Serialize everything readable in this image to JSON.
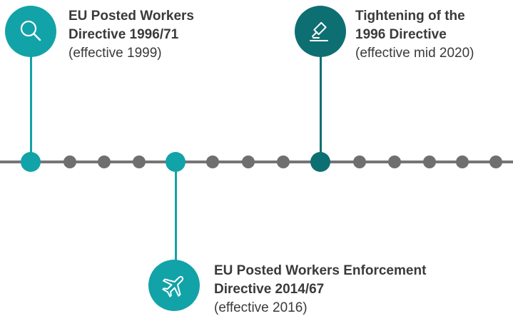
{
  "colors": {
    "teal": "#12a3a8",
    "dark_teal": "#0e6f73",
    "line": "#757575",
    "dot": "#6f6f6f",
    "text": "#3a3a3a"
  },
  "events": [
    {
      "title_line1": "EU Posted Workers",
      "title_line2": "Directive 1996/71",
      "subtitle": "(effective 1999)",
      "icon": "magnifier-icon"
    },
    {
      "title_line1": "Tightening of the",
      "title_line2": "1996 Directive",
      "subtitle": "(effective mid 2020)",
      "icon": "gavel-icon"
    },
    {
      "title_line1": "EU Posted Workers Enforcement",
      "title_line2": "Directive 2014/67",
      "subtitle": "(effective 2016)",
      "icon": "airplane-icon"
    }
  ]
}
